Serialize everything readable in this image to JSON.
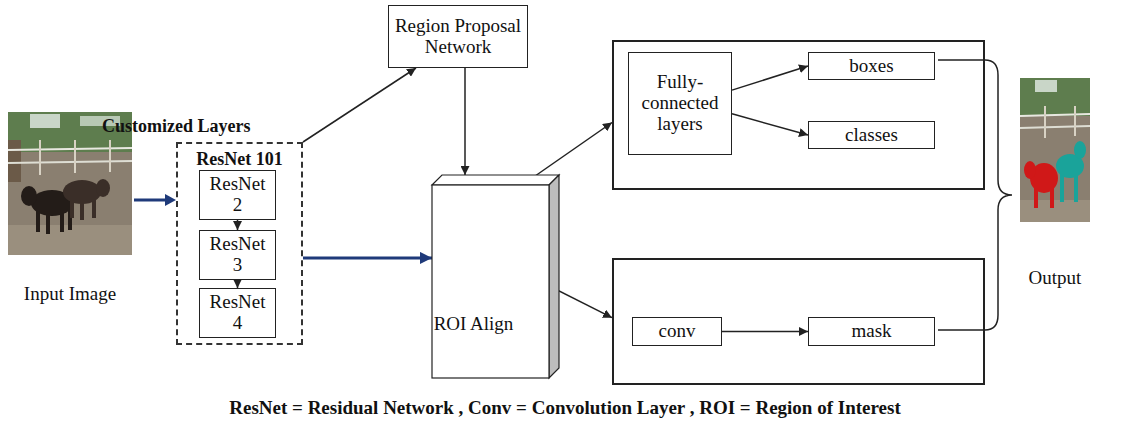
{
  "diagram": {
    "caption": "ResNet = Residual Network , Conv = Convolution Layer , ROI = Region of Interest",
    "nodes": [
      {
        "text": [
          "Customized Layers",
          "ResNet 101"
        ]
      },
      {
        "text": [
          "ResNet 2"
        ],
        "in": 0
      },
      {
        "text": [
          "ResNet 3"
        ],
        "in": 0
      },
      {
        "text": [
          "ResNet 4"
        ],
        "in": 0
      },
      {
        "text": [
          "Region Proposal Network"
        ]
      },
      {
        "text": [
          "ROI Align"
        ]
      },
      {
        "text": []
      },
      {
        "text": [
          "Fully-connected layers"
        ],
        "in": 6
      },
      {
        "text": [
          "boxes"
        ],
        "in": 6
      },
      {
        "text": [
          "classes"
        ],
        "in": 6
      },
      {
        "text": []
      },
      {
        "text": [
          "conv"
        ],
        "in": 10
      },
      {
        "text": [
          "mask"
        ],
        "in": 10
      }
    ],
    "edges": [
      {
        "from": 1,
        "to": 2,
        "arrow": "to"
      },
      {
        "from": 2,
        "to": 3,
        "arrow": "to"
      },
      {
        "from": 0,
        "to": 4,
        "arrow": "to"
      },
      {
        "from": 4,
        "to": 5,
        "arrow": "to"
      },
      {
        "from": 0,
        "to": 5,
        "arrow": "to"
      },
      {
        "from": 5,
        "to": 6,
        "arrow": "to"
      },
      {
        "from": 5,
        "to": 10,
        "arrow": "to"
      },
      {
        "from": 7,
        "to": 8,
        "arrow": "to"
      },
      {
        "from": 7,
        "to": 9,
        "arrow": "to"
      },
      {
        "from": 11,
        "to": 12,
        "arrow": "to"
      }
    ],
    "labels": [
      "Input Image",
      "Output"
    ]
  }
}
